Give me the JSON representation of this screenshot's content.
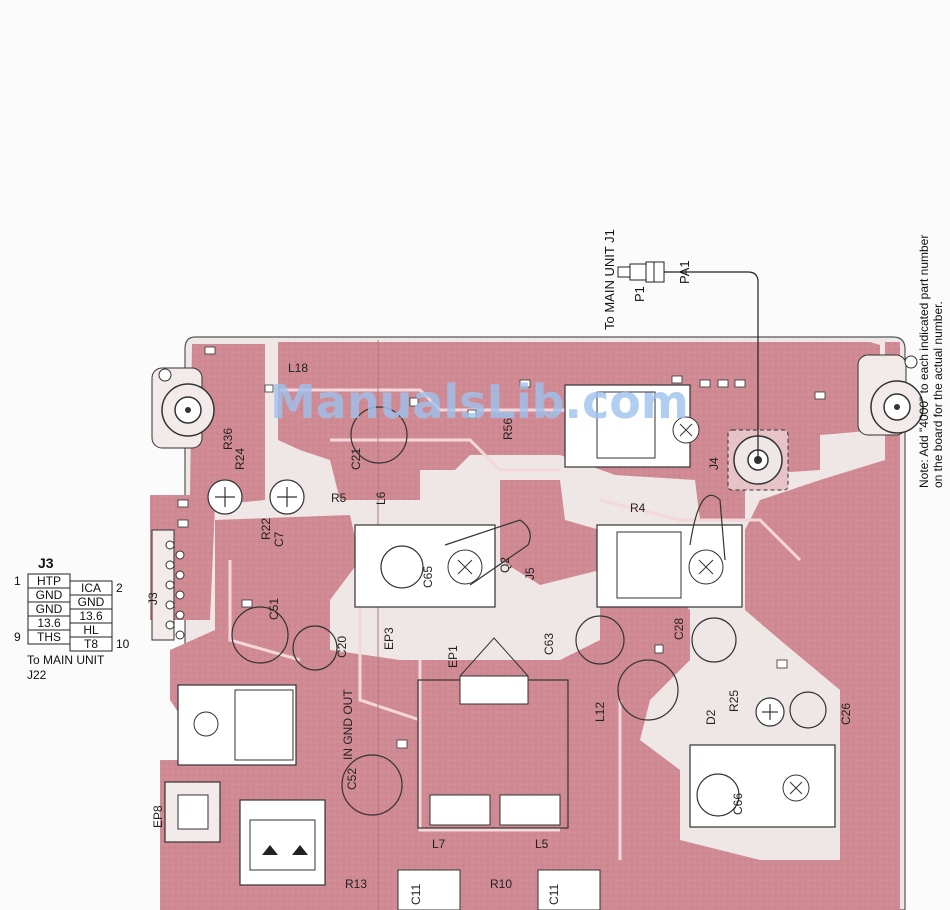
{
  "watermark": "ManualsLib.com",
  "note": {
    "line1": "Note: Add \"4000\" to each indicated part number",
    "line2": "on the board for the actual number."
  },
  "rf_connector": {
    "destination": "To MAIN UNIT J1",
    "plug": "P1",
    "cable": "PA1"
  },
  "j3_connector": {
    "title": "J3",
    "rows": [
      {
        "left": "HTP",
        "right": "ICA"
      },
      {
        "left": "GND",
        "right": "GND"
      },
      {
        "left": "GND",
        "right": "13.6"
      },
      {
        "left": "13.6",
        "right": "HL"
      },
      {
        "left": "THS",
        "right": "T8"
      }
    ],
    "pin_labels": {
      "top_left": "1",
      "top_right": "2",
      "bottom_left": "9",
      "bottom_right": "10"
    },
    "destination_line1": "To MAIN UNIT",
    "destination_line2": "J22"
  },
  "board_labels": {
    "j3": "J3",
    "j4": "J4",
    "j5": "J5",
    "q2": "Q2",
    "c65": "C65",
    "c66": "C66",
    "c51": "C51",
    "c52": "C52",
    "c20": "C20",
    "c21": "C21",
    "c26": "C26",
    "c28": "C28",
    "c63": "C63",
    "c7": "C7",
    "r36": "R36",
    "r24": "R24",
    "r22": "R22",
    "r25": "R25",
    "r4": "R4",
    "r5": "R5",
    "r56": "R56",
    "r13": "R13",
    "r10": "R10",
    "l5": "L5",
    "l6": "L6",
    "l7": "L7",
    "l12": "L12",
    "l18": "L18",
    "d2": "D2",
    "ep1": "EP1",
    "ep3": "EP3",
    "ep8": "EP8",
    "in_gnd_out": "IN  GND  OUT",
    "c11a": "C11",
    "c11b": "C11"
  }
}
